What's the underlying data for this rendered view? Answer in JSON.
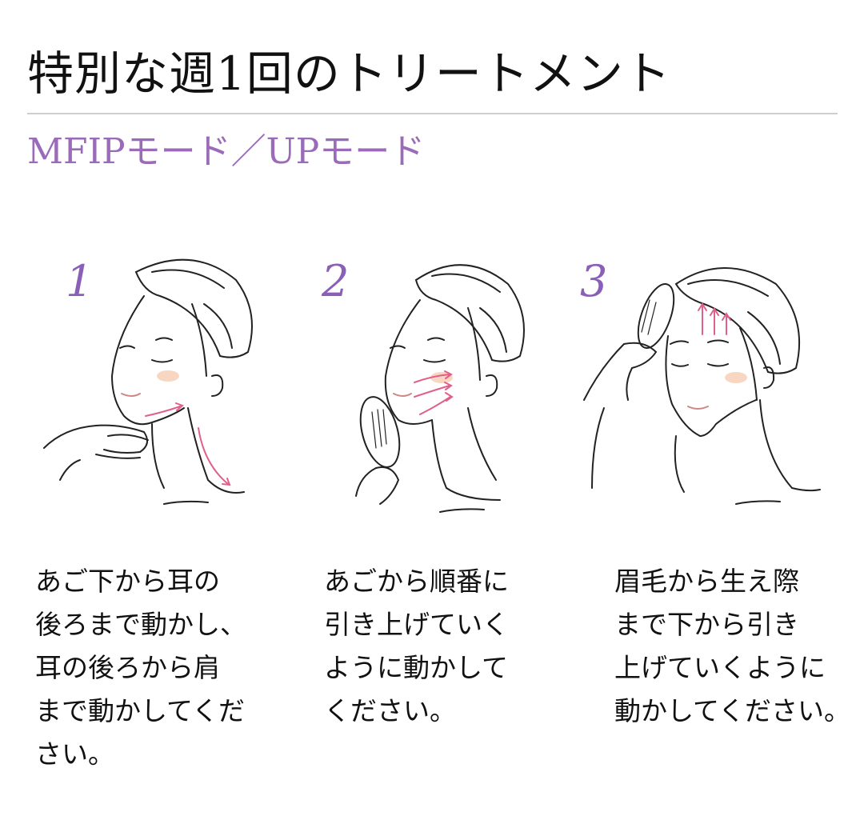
{
  "header": {
    "title": "特別な週1回のトリートメント",
    "subtitle": "MFIPモード／UPモード"
  },
  "colors": {
    "title": "#111111",
    "subtitle": "#9a6bb8",
    "divider": "#cfcfcf",
    "step_number": "#8a5fb8",
    "arrow": "#e0608a",
    "blush": "#f4c6a8"
  },
  "steps": [
    {
      "number": "1",
      "illustration": "face-jaw-to-ear-to-shoulder",
      "caption_lines": [
        "あご下から耳の",
        "後ろまで動かし、",
        "耳の後ろから肩",
        "まで動かしてくだ",
        "さい。"
      ]
    },
    {
      "number": "2",
      "illustration": "face-jaw-lift-upward",
      "caption_lines": [
        "あごから順番に",
        "引き上げていく",
        "ように動かして",
        "ください。"
      ]
    },
    {
      "number": "3",
      "illustration": "face-brow-to-hairline",
      "caption_lines": [
        "眉毛から生え際",
        "まで下から引き",
        "上げていくように",
        "動かしてください。"
      ]
    }
  ]
}
